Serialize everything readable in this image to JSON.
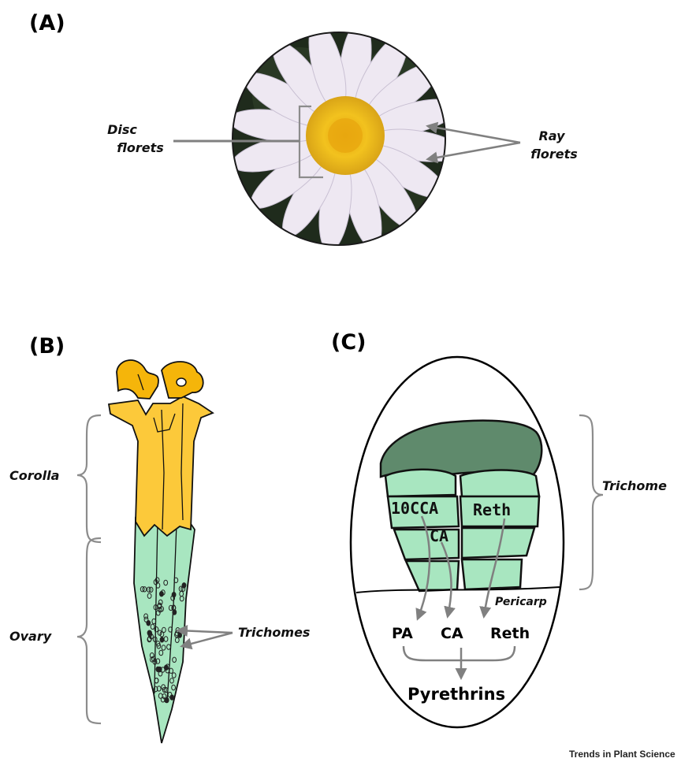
{
  "panel_a": {
    "label": "(A)",
    "disc_label_line1": "Disc",
    "disc_label_line2": "florets",
    "ray_label_line1": "Ray",
    "ray_label_line2": "florets"
  },
  "panel_b": {
    "label": "(B)",
    "corolla_label": "Corolla",
    "ovary_label": "Ovary",
    "trichomes_label": "Trichomes"
  },
  "panel_c": {
    "label": "(C)",
    "cell_10cca": "10CCA",
    "cell_reth": "Reth",
    "cell_ca": "CA",
    "trichome_label": "Trichome",
    "pericarp_label": "Pericarp",
    "products": [
      "PA",
      "CA",
      "Reth"
    ],
    "final_product": "Pyrethrins"
  },
  "credit": "Trends in Plant Science",
  "colors": {
    "petal": "#eee8f2",
    "disc": "#f2c21e",
    "corolla": "#fcc93a",
    "ovary": "#a8e6c0",
    "trichome_top": "#5f8a6c",
    "arrow": "#808080"
  }
}
